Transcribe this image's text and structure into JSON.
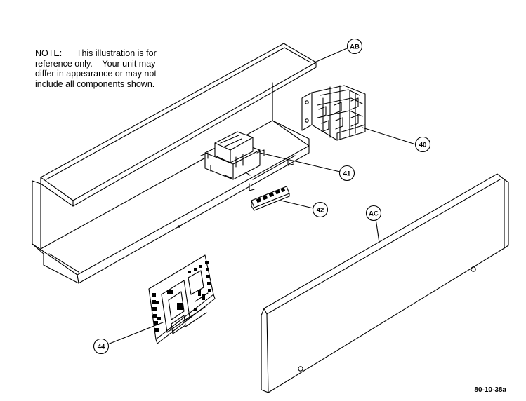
{
  "note": {
    "lines": [
      "NOTE:      This illustration is for",
      "reference only.    Your unit may",
      "differ in appearance or may not",
      "include all components shown."
    ]
  },
  "callouts": {
    "ab": "AB",
    "ac": "AC",
    "c40": "40",
    "c41": "41",
    "c42": "42",
    "c44": "44"
  },
  "drawing_number": "80-10-38a"
}
